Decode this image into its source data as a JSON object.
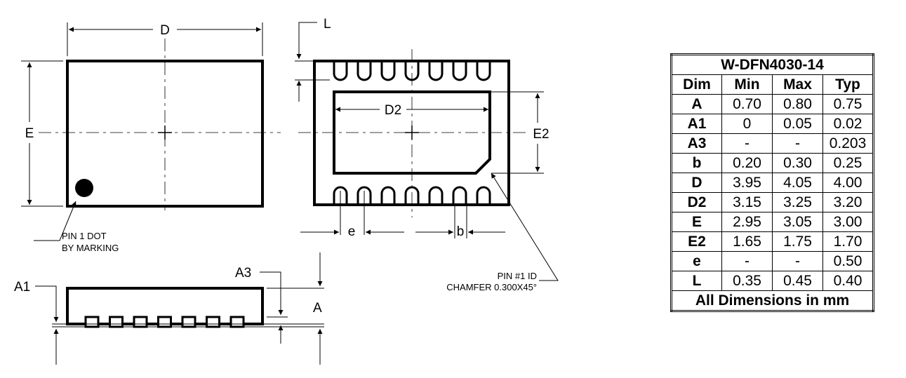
{
  "labels": {
    "d": "D",
    "e_cap": "E",
    "l": "L",
    "d2": "D2",
    "e2": "E2",
    "e_pitch": "e",
    "b": "b",
    "a": "A",
    "a1": "A1",
    "a3": "A3",
    "pin1_dot_line1": "PIN 1 DOT",
    "pin1_dot_line2": "BY MARKING",
    "pin1_id_line1": "PIN #1 ID",
    "pin1_id_line2": "CHAMFER 0.300X45°"
  },
  "table": {
    "title": "W-DFN4030-14",
    "headers": [
      "Dim",
      "Min",
      "Max",
      "Typ"
    ],
    "rows": [
      [
        "A",
        "0.70",
        "0.80",
        "0.75"
      ],
      [
        "A1",
        "0",
        "0.05",
        "0.02"
      ],
      [
        "A3",
        "-",
        "-",
        "0.203"
      ],
      [
        "b",
        "0.20",
        "0.30",
        "0.25"
      ],
      [
        "D",
        "3.95",
        "4.05",
        "4.00"
      ],
      [
        "D2",
        "3.15",
        "3.25",
        "3.20"
      ],
      [
        "E",
        "2.95",
        "3.05",
        "3.00"
      ],
      [
        "E2",
        "1.65",
        "1.75",
        "1.70"
      ],
      [
        "e",
        "-",
        "-",
        "0.50"
      ],
      [
        "L",
        "0.35",
        "0.45",
        "0.40"
      ]
    ],
    "footer": "All Dimensions in mm"
  }
}
